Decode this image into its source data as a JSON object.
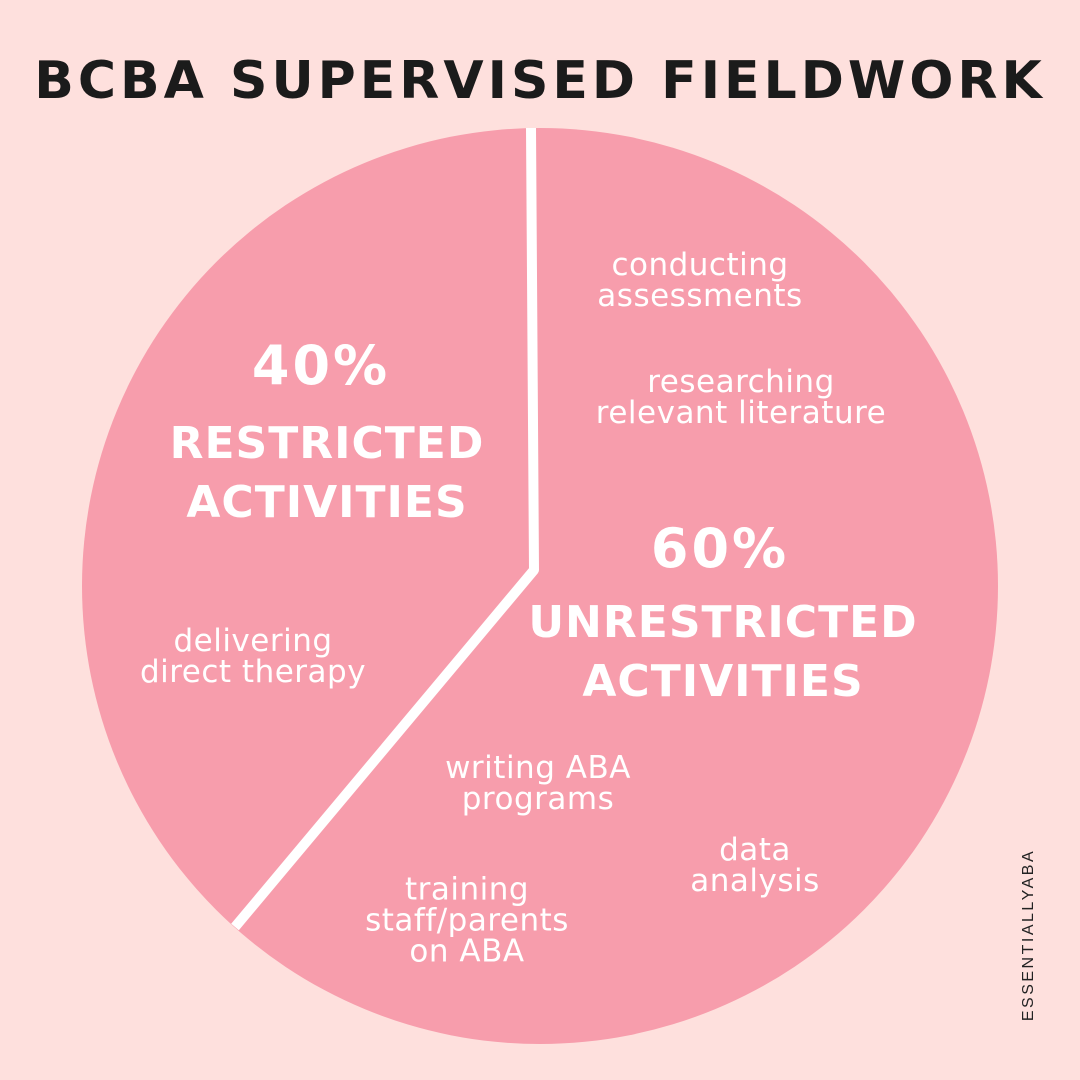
{
  "page": {
    "background_color": "#fee0dd",
    "title": "BCBA SUPERVISED FIELDWORK",
    "watermark": "ESSENTIALLYABA"
  },
  "chart_data": {
    "type": "pie",
    "title": "BCBA SUPERVISED FIELDWORK",
    "slices": [
      {
        "label": "RESTRICTED ACTIVITIES",
        "value_percent": 40,
        "percent_label": "40%",
        "examples": [
          "delivering direct therapy"
        ]
      },
      {
        "label": "UNRESTRICTED ACTIVITIES",
        "value_percent": 60,
        "percent_label": "60%",
        "examples": [
          "conducting assessments",
          "researching relevant literature",
          "writing ABA programs",
          "data analysis",
          "training staff/parents on ABA"
        ]
      }
    ],
    "start_angle_deg": 90,
    "direction": "counterclockwise",
    "legend": "none",
    "colors": {
      "background": "#fee0dd",
      "pie_fill": "#f79dac",
      "divider_lines": "#ffffff",
      "slice_text": "#ffffff",
      "title_text": "#1b1b1b",
      "watermark_text": "#222222"
    }
  },
  "pie_text": {
    "restricted": {
      "percent": "40%",
      "name_line1": "RESTRICTED",
      "name_line2": "ACTIVITIES"
    },
    "unrestricted": {
      "percent": "60%",
      "name_line1": "UNRESTRICTED",
      "name_line2": "ACTIVITIES"
    },
    "activities": {
      "conducting": {
        "line1": "conducting",
        "line2": "assessments"
      },
      "researching": {
        "line1": "researching",
        "line2": "relevant literature"
      },
      "delivering": {
        "line1": "delivering",
        "line2": "direct therapy"
      },
      "writing": {
        "line1": "writing ABA",
        "line2": "programs"
      },
      "data": {
        "line1": "data",
        "line2": "analysis"
      },
      "training": {
        "line1": "training",
        "line2": "staff/parents",
        "line3": "on ABA"
      }
    }
  }
}
